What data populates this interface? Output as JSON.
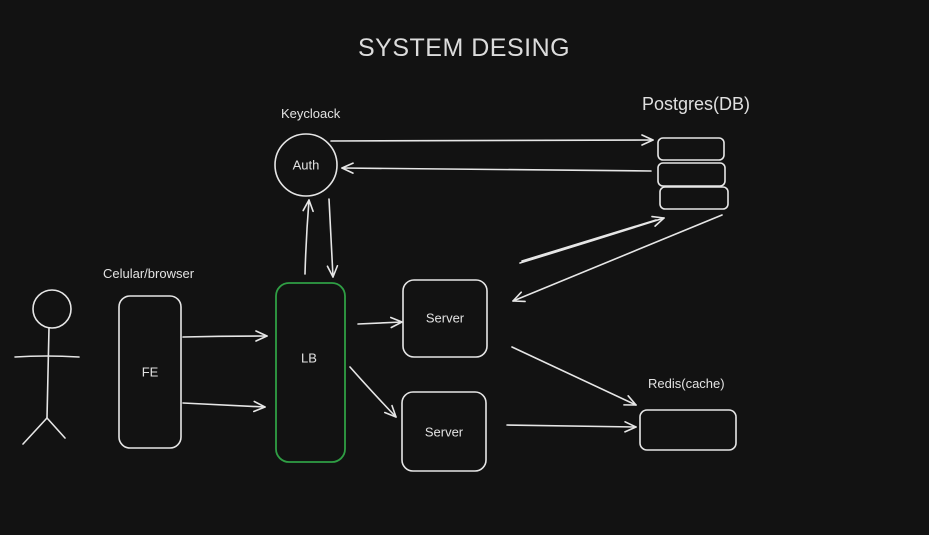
{
  "diagram": {
    "title": "SYSTEM DESING",
    "labels": {
      "keycloak": "Keycloack",
      "auth": "Auth",
      "postgres": "Postgres(DB)",
      "client": "Celular/browser",
      "fe": "FE",
      "lb": "LB",
      "server_top": "Server",
      "server_bottom": "Server",
      "redis": "Redis(cache)"
    },
    "colors": {
      "background": "#121212",
      "stroke": "#e6e6e6",
      "load_balancer_border": "#2f9e44"
    }
  }
}
